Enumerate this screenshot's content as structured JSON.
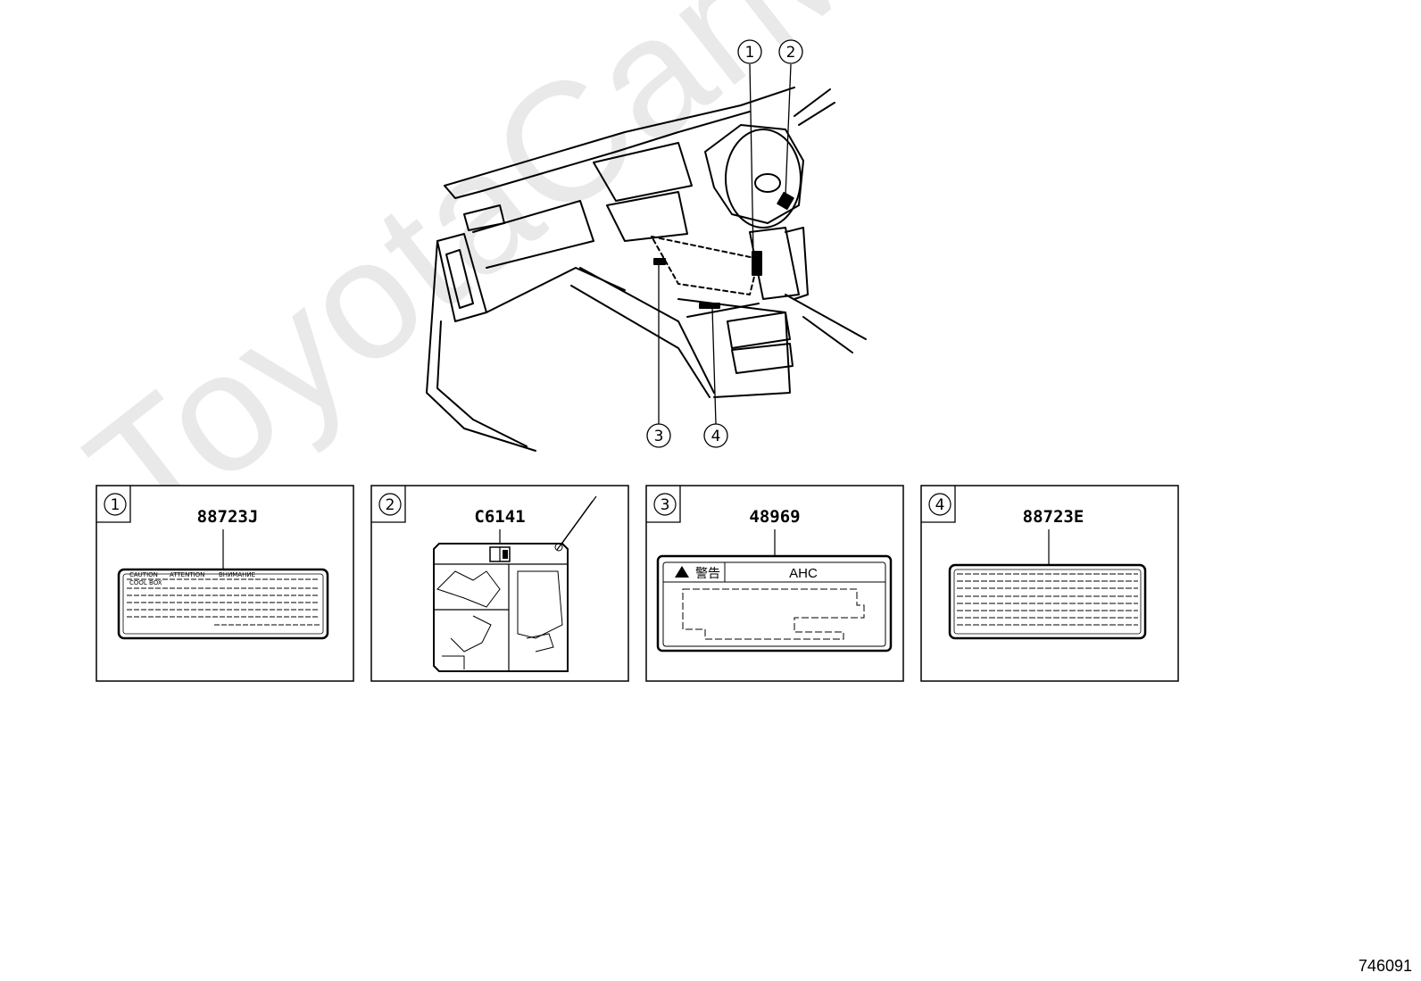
{
  "watermark": "ToyotaCarMine.ru",
  "diagram_id": "746091",
  "callouts": [
    "1",
    "2",
    "3",
    "4"
  ],
  "labels": [
    {
      "num": "1",
      "part_no": "88723J",
      "header_words": [
        "CAUTION",
        "ATTENTION",
        "ВНИМАНИЕ"
      ],
      "first_line": "COOL BOX"
    },
    {
      "num": "2",
      "part_no": "C6141"
    },
    {
      "num": "3",
      "part_no": "48969",
      "warning": "警告",
      "system": "AHC"
    },
    {
      "num": "4",
      "part_no": "88723E"
    }
  ]
}
